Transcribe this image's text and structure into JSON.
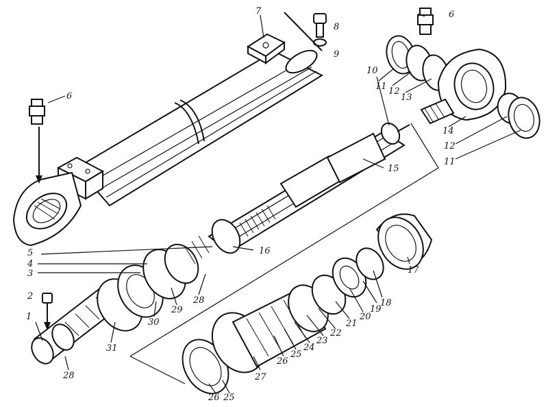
{
  "labels": [
    {
      "id": "l1",
      "text": "1"
    },
    {
      "id": "l2",
      "text": "2"
    },
    {
      "id": "l3",
      "text": "3"
    },
    {
      "id": "l4",
      "text": "4"
    },
    {
      "id": "l5",
      "text": "5"
    },
    {
      "id": "l6a",
      "text": "6"
    },
    {
      "id": "l6b",
      "text": "6"
    },
    {
      "id": "l7",
      "text": "7"
    },
    {
      "id": "l8",
      "text": "8"
    },
    {
      "id": "l9",
      "text": "9"
    },
    {
      "id": "l10",
      "text": "10"
    },
    {
      "id": "l11a",
      "text": "11"
    },
    {
      "id": "l11b",
      "text": "11"
    },
    {
      "id": "l12a",
      "text": "12"
    },
    {
      "id": "l12b",
      "text": "12"
    },
    {
      "id": "l13",
      "text": "13"
    },
    {
      "id": "l14",
      "text": "14"
    },
    {
      "id": "l15",
      "text": "15"
    },
    {
      "id": "l16",
      "text": "16"
    },
    {
      "id": "l17",
      "text": "17"
    },
    {
      "id": "l18",
      "text": "18"
    },
    {
      "id": "l19",
      "text": "19"
    },
    {
      "id": "l20",
      "text": "20"
    },
    {
      "id": "l21",
      "text": "21"
    },
    {
      "id": "l22",
      "text": "22"
    },
    {
      "id": "l23",
      "text": "23"
    },
    {
      "id": "l24",
      "text": "24"
    },
    {
      "id": "l25a",
      "text": "25"
    },
    {
      "id": "l25b",
      "text": "25"
    },
    {
      "id": "l26a",
      "text": "26"
    },
    {
      "id": "l26b",
      "text": "26"
    },
    {
      "id": "l27",
      "text": "27"
    },
    {
      "id": "l28a",
      "text": "28"
    },
    {
      "id": "l28b",
      "text": "28"
    },
    {
      "id": "l29",
      "text": "29"
    },
    {
      "id": "l30",
      "text": "30"
    },
    {
      "id": "l31",
      "text": "31"
    }
  ]
}
